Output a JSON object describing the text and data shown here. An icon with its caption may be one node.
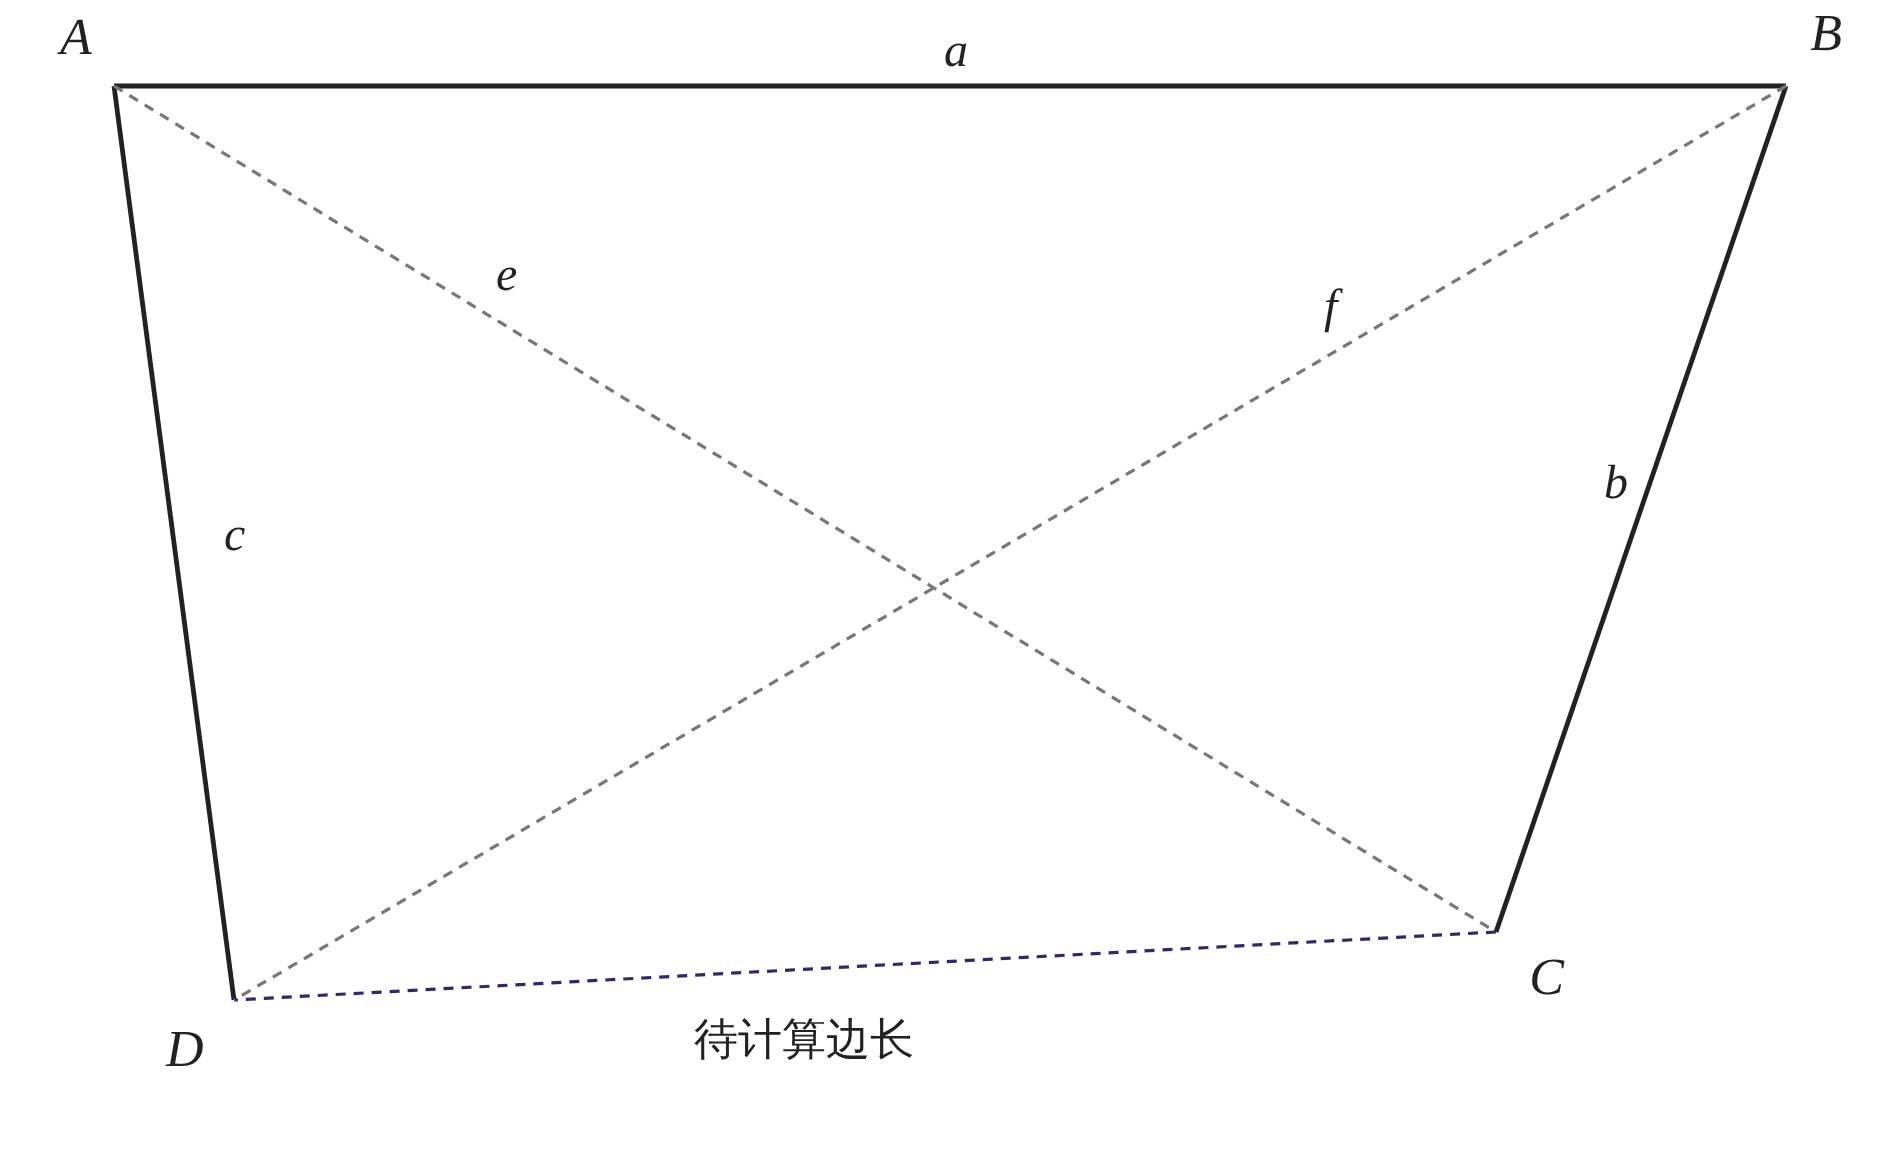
{
  "diagram": {
    "nodes": [
      {
        "text": [
          "A"
        ]
      },
      {
        "text": [
          "B"
        ]
      },
      {
        "text": [
          "C"
        ]
      },
      {
        "text": [
          "D"
        ]
      }
    ],
    "edges": [
      {
        "from": 0,
        "to": 1,
        "arrow": "none",
        "label": "a"
      },
      {
        "from": 1,
        "to": 2,
        "arrow": "none",
        "label": "b"
      },
      {
        "from": 2,
        "to": 3,
        "arrow": "none",
        "label": "待计算边长",
        "style": "dashed",
        "color": "#2b2b6b"
      },
      {
        "from": 3,
        "to": 0,
        "arrow": "none",
        "label": "c"
      },
      {
        "from": 0,
        "to": 2,
        "arrow": "none",
        "label": "e",
        "style": "dashed",
        "color": "#777777"
      },
      {
        "from": 1,
        "to": 3,
        "arrow": "none",
        "label": "f",
        "style": "dashed",
        "color": "#777777"
      }
    ]
  }
}
